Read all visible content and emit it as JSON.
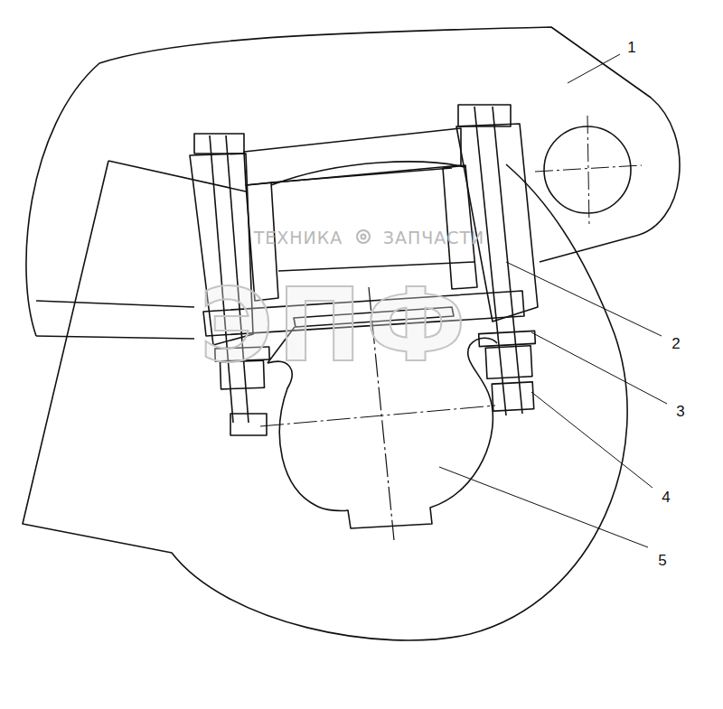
{
  "diagram": {
    "labels": [
      "1",
      "2",
      "3",
      "4",
      "5",
      "ТЕХНИКА",
      "ЗАПЧАСТИ",
      "ЭПФ"
    ]
  }
}
